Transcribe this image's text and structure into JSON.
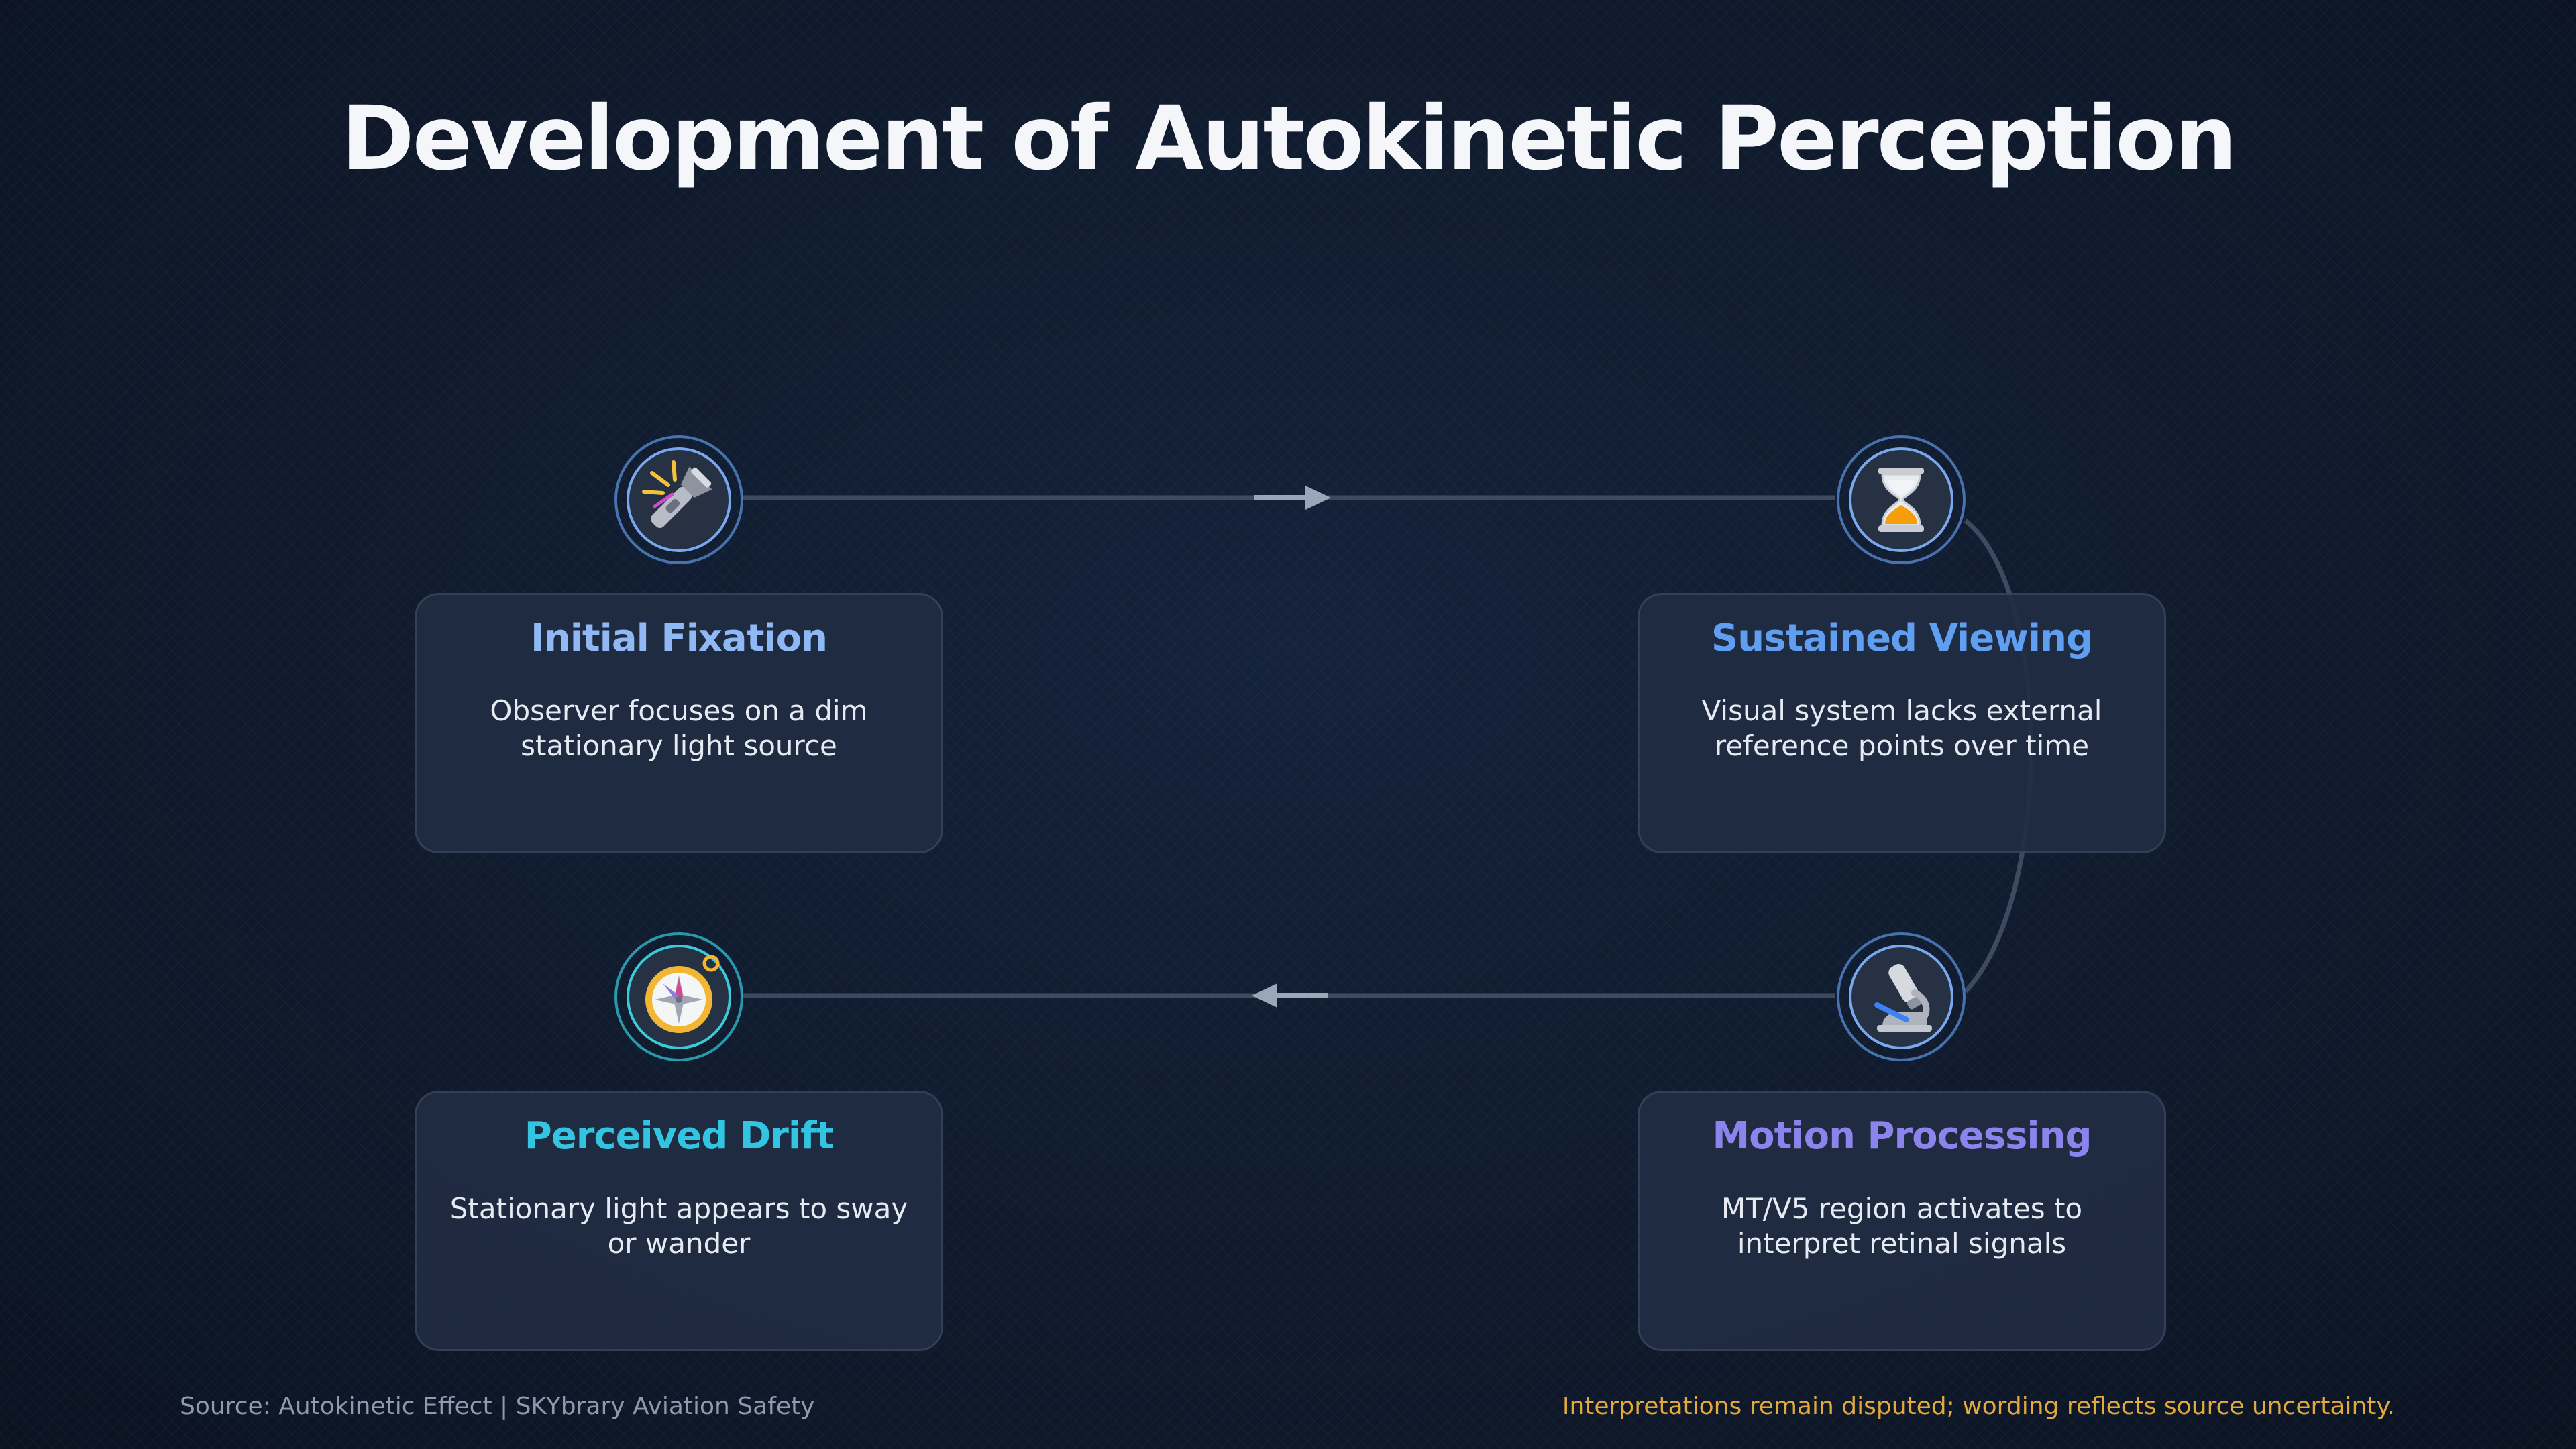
{
  "title": "Development of Autokinetic Perception",
  "steps": [
    {
      "title": "Initial Fixation",
      "description": "Observer focuses on a dim stationary light source",
      "icon": "flashlight-icon",
      "color": "#8fb8f5"
    },
    {
      "title": "Sustained Viewing",
      "description": "Visual system lacks external reference points over time",
      "icon": "hourglass-icon",
      "color": "#5f9ef0"
    },
    {
      "title": "Motion Processing",
      "description": "MT/V5 region activates to interpret retinal signals",
      "icon": "microscope-icon",
      "color": "#8b84ec"
    },
    {
      "title": "Perceived Drift",
      "description": "Stationary light appears to sway or wander",
      "icon": "compass-icon",
      "color": "#32c4e0"
    }
  ],
  "footer": {
    "source": "Source: Autokinetic Effect | SKYbrary Aviation Safety",
    "note": "Interpretations remain disputed; wording reflects source uncertainty."
  }
}
